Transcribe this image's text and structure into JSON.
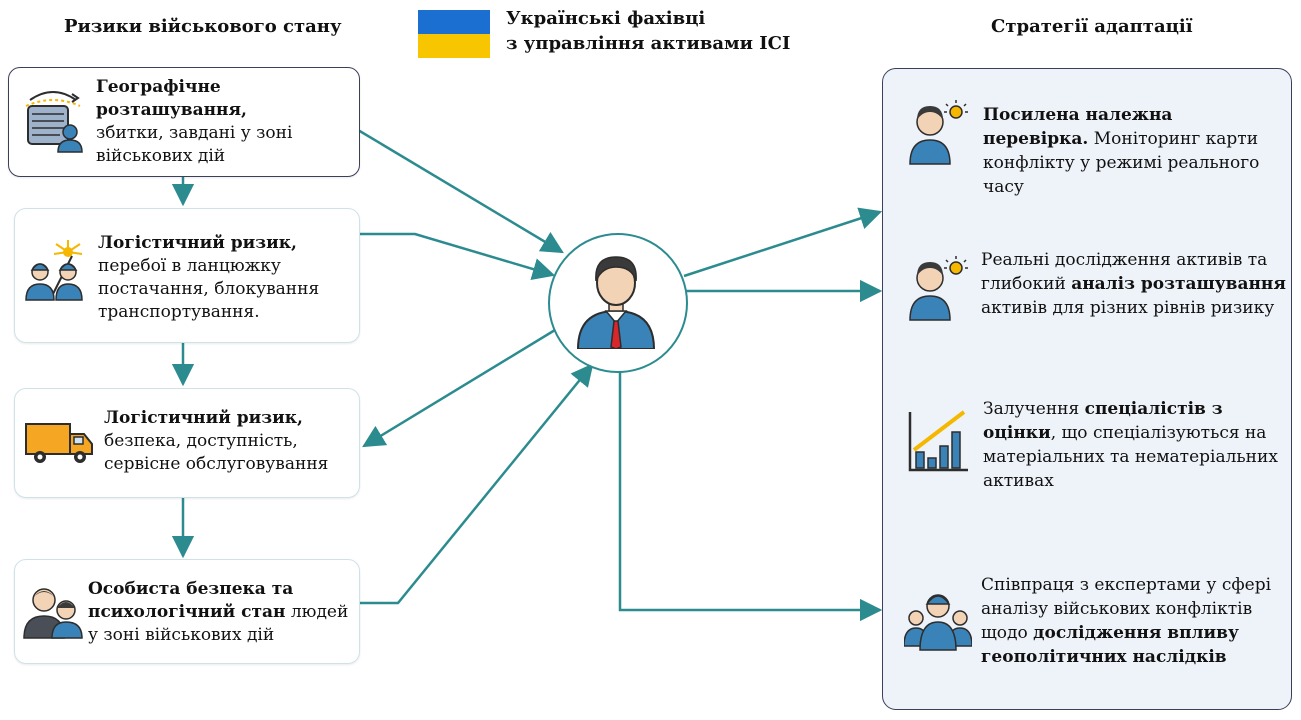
{
  "left_heading": "Ризики військового стану",
  "right_heading": "Стратегії адаптації",
  "center_title": [
    "Українські фахівці",
    "з управління активами ICI"
  ],
  "colors": {
    "arrow": "#2c8b8f",
    "flag_blue": "#1b6fd0",
    "flag_yellow": "#f7c600",
    "icon_blue": "#3a83b8"
  },
  "risks": [
    {
      "bold": "Географічне розташування,",
      "rest": "збитки, завдані у зоні військових дій",
      "icon": "map-pin-person-icon"
    },
    {
      "bold": "Логістичний ризик,",
      "rest": "перебої в ланцюжку постачання, блокування транспортування.",
      "icon": "workers-icon"
    },
    {
      "bold": "Логістичний ризик,",
      "rest": "безпека, доступність, сервісне обслуговування",
      "icon": "truck-icon"
    },
    {
      "bold": "Особиста безпека та психологічний стан",
      "rest": "людей у зоні військових дій",
      "icon": "people-icon"
    }
  ],
  "strategies": [
    {
      "parts": [
        [
          "b",
          "Посилена належна перевірка."
        ],
        [
          "n",
          " Моніторинг карти конфлікту у режимі реального часу"
        ]
      ],
      "icon": "person-idea-icon"
    },
    {
      "parts": [
        [
          "n",
          "Реальні дослідження активів та глибокий "
        ],
        [
          "b",
          "аналіз розташування"
        ],
        [
          "n",
          " активів для різних рівнів ризику"
        ]
      ],
      "icon": "person-idea-icon"
    },
    {
      "parts": [
        [
          "n",
          "Залучення "
        ],
        [
          "b",
          "спеціалістів з оцінки"
        ],
        [
          "n",
          ", що спеціалізуються на матеріальних та нематеріальних активах"
        ]
      ],
      "icon": "chart-growth-icon"
    },
    {
      "parts": [
        [
          "n",
          "Співпраця з експертами у сфері аналізу військових конфліктів щодо "
        ],
        [
          "b",
          "дослідження впливу геополітичних наслідків"
        ]
      ],
      "icon": "team-icon"
    }
  ]
}
